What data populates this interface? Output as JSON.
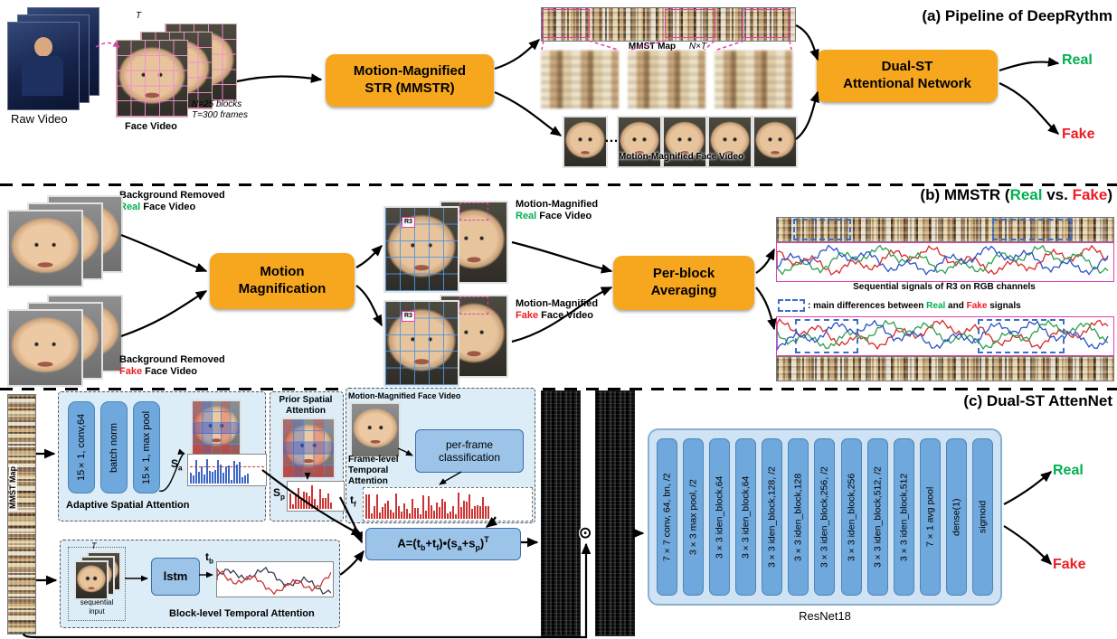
{
  "colors": {
    "orange": "#F7A71E",
    "real_green": "#00B050",
    "fake_red": "#EE1C25",
    "pill_blue": "#6FA8DC",
    "panel_blue": "#DCEDF8",
    "magenta": "#E040B0",
    "wave_red": "#D62A2A",
    "wave_green": "#2E9E4F",
    "wave_blue": "#2A52C8"
  },
  "panel_a": {
    "title": "(a) Pipeline of DeepRythm",
    "raw_video": "Raw Video",
    "t_mark": "T",
    "face_video": "Face Video",
    "blocks_note": "N=25 blocks",
    "frames_note": "T=300 frames",
    "mmstr_line1": "Motion-Magnified",
    "mmstr_line2": "STR (MMSTR)",
    "mmst_map": "MMST Map",
    "nxt": "N×T",
    "dots": "…",
    "mm_face_video": "Motion-Magnified Face Video",
    "dual_line1": "Dual-ST",
    "dual_line2": "Attentional Network",
    "real": "Real",
    "fake": "Fake"
  },
  "panel_b": {
    "title_pre": "(b) MMSTR (",
    "title_real": "Real",
    "title_mid": " vs. ",
    "title_fake": "Fake",
    "title_post": ")",
    "bg_removed": "Background Removed",
    "real_word": "Real",
    "fake_word": "Fake",
    "face_video_suffix": " Face Video",
    "motion_line1": "Motion",
    "motion_line2": "Magnification",
    "mm_word": "Motion-Magnified",
    "r3": "R3",
    "perblock_line1": "Per-block",
    "perblock_line2": "Averaging",
    "signals_label": "Sequential signals of R3 on RGB channels",
    "legend_prefix": ": main differences between ",
    "legend_real": "Real",
    "legend_and": " and ",
    "legend_fake": "Fake",
    "legend_suffix": " signals"
  },
  "panel_c": {
    "title": "(c) Dual-ST AttenNet",
    "mmst_map": "MMST Map",
    "odot": "⊙",
    "adaptive": {
      "conv": "15×1, conv,64",
      "bn": "batch norm",
      "pool": "15×1, max pool",
      "sa_base": "S",
      "sa_sub": "a",
      "label": "Adaptive Spatial Attention"
    },
    "prior": {
      "label": "Prior Spatial Attention",
      "sp_base": "S",
      "sp_sub": "p"
    },
    "frame": {
      "mm_face": "Motion-Magnified Face Video",
      "perframe_line1": "per-frame",
      "perframe_line2": "classification",
      "label_l1": "Frame-level",
      "label_l2": "Temporal",
      "label_l3": "Attention",
      "tf_base": "t",
      "tf_sub": "f"
    },
    "block": {
      "t_mark": "T",
      "seq_line1": "sequential",
      "seq_line2": "input",
      "lstm": "lstm",
      "tb_base": "t",
      "tb_sub": "b",
      "label": "Block-level Temporal Attention"
    },
    "formula": {
      "p1": "A=(t",
      "s1": "b",
      "p2": "+t",
      "s2": "f",
      "p3": ")•(s",
      "s3": "a",
      "p4": "+s",
      "s4": "p",
      "p5": ")",
      "sup": "T"
    },
    "resnet": {
      "layers": [
        "7×7 conv, 64, bn, /2",
        "3×3 max pool, /2",
        "3×3 iden_block,64",
        "3×3 iden_block,64",
        "3×3 iden_block,128, /2",
        "3×3 iden_block,128",
        "3×3 iden_block,256, /2",
        "3×3 iden_block,256",
        "3×3 iden_block,512, /2",
        "3×3 iden_block,512",
        "7×1 avg pool",
        "dense(1)",
        "sigmoid"
      ],
      "label": "ResNet18"
    },
    "real": "Real",
    "fake": "Fake"
  }
}
